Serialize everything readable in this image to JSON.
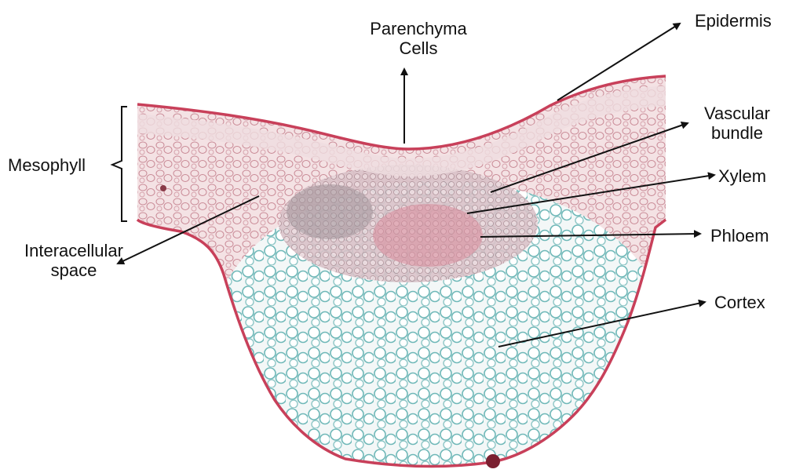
{
  "diagram": {
    "labels": {
      "parenchyma_line1": "Parenchyma",
      "parenchyma_line2": "Cells",
      "epidermis": "Epidermis",
      "vascular_line1": "Vascular",
      "vascular_line2": "bundle",
      "xylem": "Xylem",
      "phloem": "Phloem",
      "cortex": "Cortex",
      "mesophyll": "Mesophyll",
      "intercellular_line1": "Interacellular",
      "intercellular_line2": "space"
    },
    "colors": {
      "background": "#ffffff",
      "tissue_pink": "#e8cfd3",
      "epidermis_red": "#c8405a",
      "cortex_cell_wall": "#6fb8b8",
      "phloem_pink": "#d88a9a",
      "xylem_gray": "#9b8f95",
      "arrow": "#111111"
    }
  }
}
